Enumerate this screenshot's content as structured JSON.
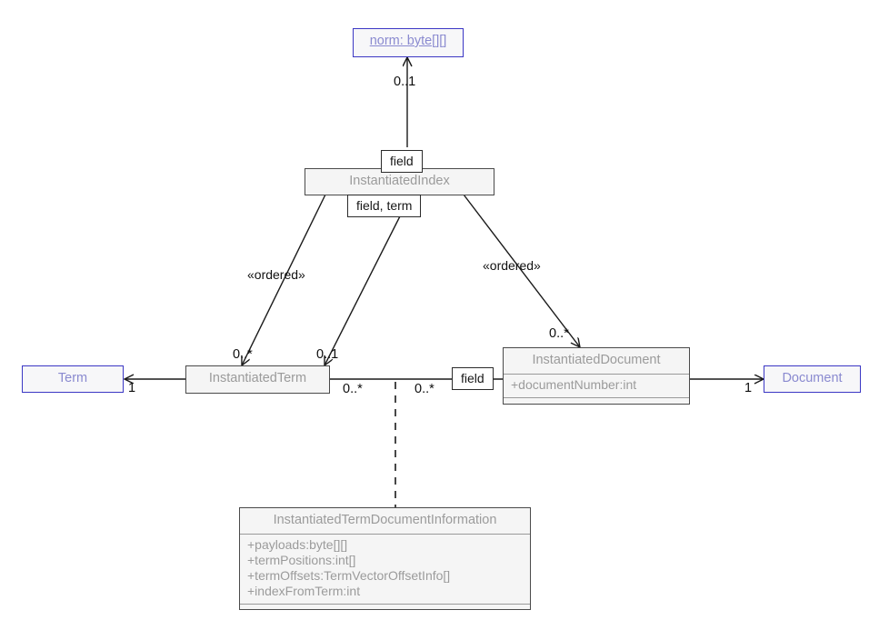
{
  "diagram": {
    "title": "InstantiatedIndex UML class diagram",
    "type": "uml-class-diagram",
    "colors": {
      "class_fill": "#f5f5f5",
      "class_border": "#4a4a4a",
      "class_text": "#9b9b9b",
      "reference_border": "#3b37c4",
      "reference_text": "#8a8ad0",
      "line": "#1a1a1a",
      "background": "#ffffff"
    }
  },
  "classes": {
    "norm": {
      "name": "norm: byte[][]",
      "style": "reference-underlined"
    },
    "instantiated_index": {
      "name": "InstantiatedIndex"
    },
    "instantiated_term": {
      "name": "InstantiatedTerm"
    },
    "instantiated_document": {
      "name": "InstantiatedDocument",
      "attributes": [
        "+documentNumber:int"
      ]
    },
    "term": {
      "name": "Term",
      "style": "reference"
    },
    "document": {
      "name": "Document",
      "style": "reference"
    },
    "instantiated_term_document_information": {
      "name": "InstantiatedTermDocumentInformation",
      "attributes": [
        "+payloads:byte[][]",
        "+termPositions:int[]",
        "+termOffsets:TermVectorOffsetInfo[]",
        "+indexFromTerm:int"
      ]
    }
  },
  "edge_labels": {
    "field_top": "field",
    "field_term": "field, term",
    "field_document": "field"
  },
  "stereotypes": {
    "ordered_left": "«ordered»",
    "ordered_right": "«ordered»"
  },
  "multiplicities": {
    "norm_end": "0..1",
    "term_from_index": "0..*",
    "term_from_index_2": "0..1",
    "document_from_index": "0..*",
    "term_end": "1",
    "document_end": "1",
    "assoc_left": "0..*",
    "assoc_right": "0..*"
  }
}
